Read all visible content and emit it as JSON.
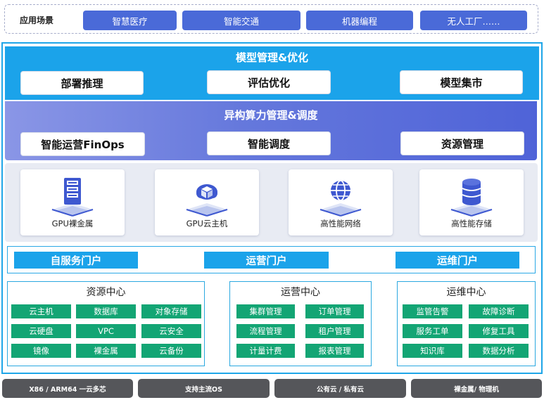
{
  "scenarios": {
    "label": "应用场景",
    "items": [
      "智慧医疗",
      "智能交通",
      "机器编程",
      "无人工厂……"
    ]
  },
  "model_layer": {
    "title": "模型管理&优化",
    "items": [
      "部署推理",
      "评估优化",
      "模型集市"
    ]
  },
  "compute_layer": {
    "title": "异构算力管理&调度",
    "items": [
      "智能运营FinOps",
      "智能调度",
      "资源管理"
    ]
  },
  "infrastructure": {
    "items": [
      {
        "label": "GPU裸金属",
        "icon": "server-rack-icon"
      },
      {
        "label": "GPU云主机",
        "icon": "cloud-host-icon"
      },
      {
        "label": "高性能网络",
        "icon": "globe-network-icon"
      },
      {
        "label": "高性能存储",
        "icon": "database-icon"
      }
    ]
  },
  "portals": [
    "自服务门户",
    "运营门户",
    "运维门户"
  ],
  "centers": [
    {
      "title": "资源中心",
      "items": [
        "云主机",
        "数据库",
        "对象存储",
        "云硬盘",
        "VPC",
        "云安全",
        "镜像",
        "裸金属",
        "云备份"
      ]
    },
    {
      "title": "运营中心",
      "items": [
        "集群管理",
        "订单管理",
        "流程管理",
        "租户管理",
        "计量计费",
        "报表管理"
      ]
    },
    {
      "title": "运维中心",
      "items": [
        "监管告警",
        "故障诊断",
        "服务工单",
        "修复工具",
        "知识库",
        "数据分析"
      ]
    }
  ],
  "bottom_bar": [
    "X86 / ARM64 一云多芯",
    "支持主流OS",
    "公有云 / 私有云",
    "裸金属/ 物理机"
  ],
  "colors": {
    "accent_blue": "#1ba3ea",
    "indigo": "#4a6ad8",
    "green": "#13a574",
    "dark_gray": "#55565a"
  }
}
